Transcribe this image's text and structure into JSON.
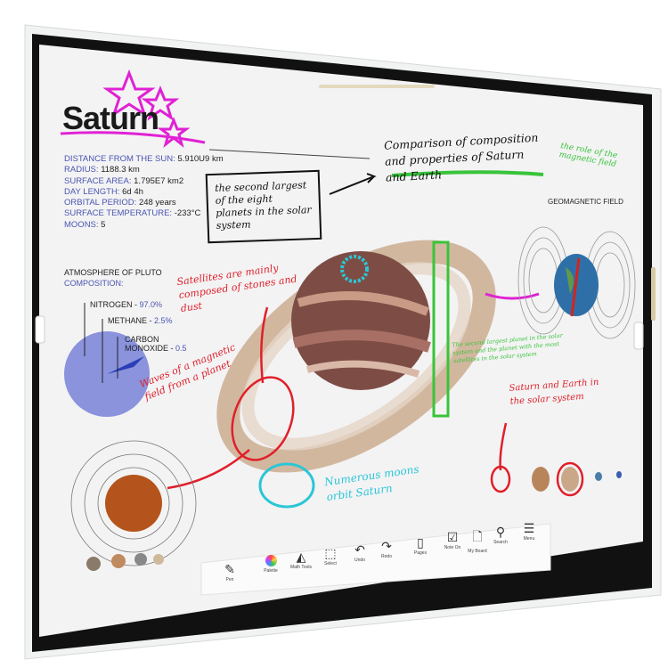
{
  "board": {
    "title": "Saturn",
    "facts": [
      {
        "label": "DISTANCE FROM THE SUN:",
        "value": "5.910U9 km"
      },
      {
        "label": "RADIUS:",
        "value": "1188.3 km"
      },
      {
        "label": "SURFACE AREA:",
        "value": "1.795E7 km2"
      },
      {
        "label": "DAY LENGTH:",
        "value": "6d 4h"
      },
      {
        "label": "ORBITAL PERIOD:",
        "value": "248 years"
      },
      {
        "label": "SURFACE TEMPERATURE:",
        "value": "-233°C"
      },
      {
        "label": "MOONS:",
        "value": "5"
      }
    ],
    "atmosphere_heading": "ATMOSPHERE OF PLUTO",
    "atmosphere_sub": "COMPOSITION:",
    "gases": [
      {
        "name": "NITROGEN",
        "percent": "97.0%"
      },
      {
        "name": "METHANE",
        "percent": "2.5%"
      },
      {
        "name": "CARBON MONOXIDE",
        "percent": "0.5"
      }
    ],
    "box_note": "the second largest of the eight planets in the solar system",
    "comparison_note": "Comparison of composition and properties of Saturn and Earth",
    "magnetic_note": "the role of the magnetic field",
    "geomagnetic_label": "GEOMAGNETIC FIELD",
    "satellites_note": "Satellites are mainly composed of stones and dust",
    "waves_note": "Waves of a magnetic field from a planet",
    "moons_note": "Numerous moons orbit Saturn",
    "green_note": "The second largest planet in the solar system and the planet with the most satellites in the solar system",
    "solar_note": "Saturn and Earth in the solar system"
  },
  "toolbar": {
    "items": [
      {
        "label": "Pen",
        "icon": "pen-icon"
      },
      {
        "label": "Palette",
        "icon": "palette-icon"
      },
      {
        "label": "Math Tools",
        "icon": "math-tools-icon"
      },
      {
        "label": "Select",
        "icon": "select-icon"
      },
      {
        "label": "Undo",
        "icon": "undo-icon"
      },
      {
        "label": "Redo",
        "icon": "redo-icon"
      },
      {
        "label": "Pages",
        "icon": "pages-icon"
      },
      {
        "label": "Note On",
        "icon": "note-icon"
      },
      {
        "label": "My Board",
        "icon": "board-icon"
      },
      {
        "label": "Search",
        "icon": "search-icon"
      },
      {
        "label": "Menu",
        "icon": "menu-icon"
      }
    ]
  },
  "colors": {
    "accent_magenta": "#e021d4",
    "red_ink": "#e0202a",
    "green_ink": "#39c43a",
    "cyan_ink": "#2bc6d6",
    "text_blue": "#4a55b0"
  }
}
